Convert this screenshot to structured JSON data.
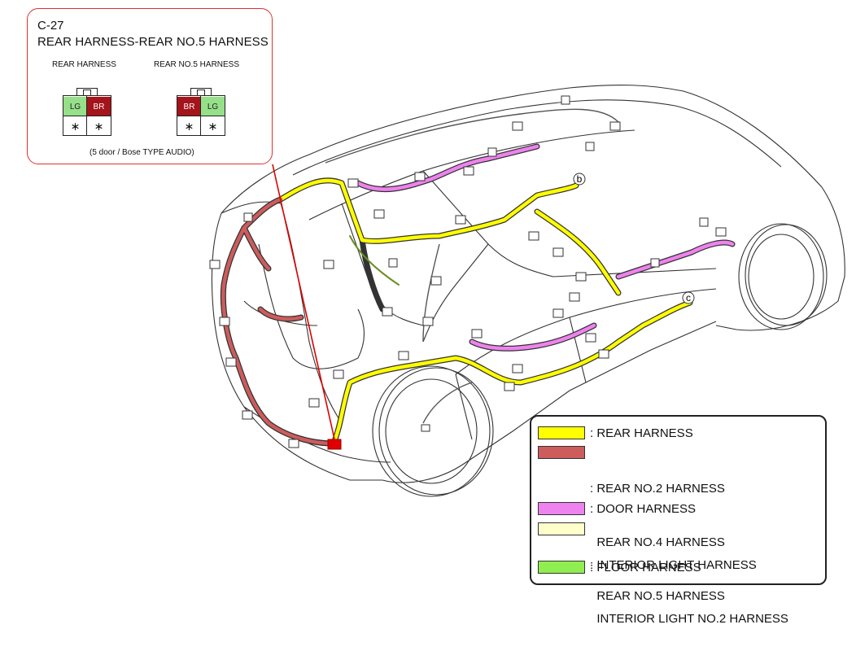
{
  "connector": {
    "code": "C-27",
    "title": "REAR HARNESS-REAR NO.5 HARNESS",
    "left_label": "REAR HARNESS",
    "right_label": "REAR NO.5 HARNESS",
    "left_pins": [
      "LG",
      "BR",
      "∗",
      "∗"
    ],
    "right_pins": [
      "BR",
      "LG",
      "∗",
      "∗"
    ],
    "note": "(5 door / Bose TYPE AUDIO)"
  },
  "markers": {
    "b": "b",
    "c": "c"
  },
  "legend": {
    "items": [
      {
        "color": "#ffff00",
        "lines": [
          ": REAR HARNESS"
        ]
      },
      {
        "color": "#cd5c5c",
        "lines": [
          ": REAR NO.2 HARNESS",
          "  REAR NO.4 HARNESS",
          "  REAR NO.5 HARNESS"
        ]
      },
      {
        "color": "#ee82ee",
        "lines": [
          ": DOOR HARNESS"
        ]
      },
      {
        "color": "#ffffcc",
        "lines": [
          ": INTERIOR LIGHT HARNESS",
          "  INTERIOR LIGHT NO.2 HARNESS"
        ]
      },
      {
        "color": "#90ee50",
        "lines": [
          ": FLOOR HARNESS"
        ]
      }
    ]
  }
}
